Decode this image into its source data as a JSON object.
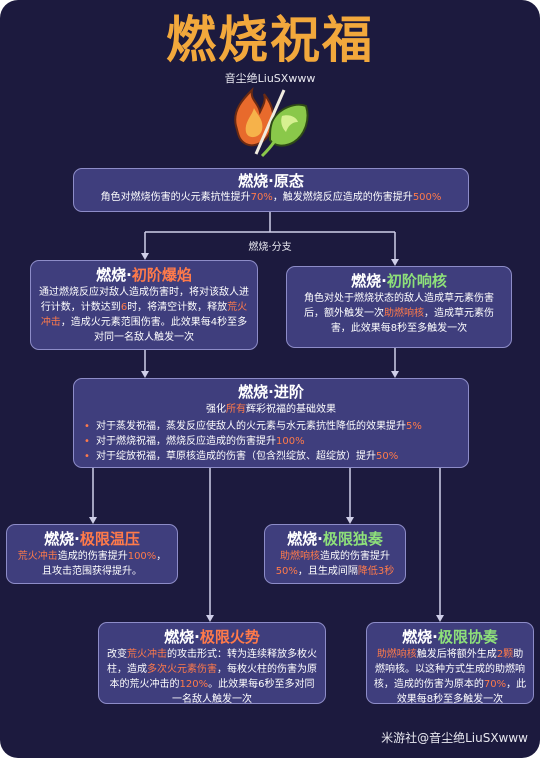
{
  "title": "燃烧祝福",
  "subtitle": "音尘绝LiuSXwww",
  "branch_label": "燃烧·分支",
  "watermark": "米游社@音尘绝LiuSXwww",
  "colors": {
    "background": "#1c1a3e",
    "box": "#3f3e7d",
    "border": "#8d8cc8",
    "title": "#f2a83c",
    "hot": "#ff7a4a",
    "green": "#8ee07a",
    "line": "#cfcfe8"
  },
  "icons": [
    "fire-element-icon",
    "dendro-element-icon"
  ],
  "base": {
    "prefix": "燃烧·",
    "name": "原态",
    "desc_a": "角色对燃烧伤害的火元素抗性提升",
    "desc_b": "70%",
    "desc_c": "，触发燃烧反应造成的伤害提升",
    "desc_d": "500%"
  },
  "left1": {
    "prefix": "燃烧·",
    "name": "初阶爆焰",
    "p1": "通过燃烧反应对敌人造成伤害时，将对该敌人进行计数，计数达到",
    "p2": "6",
    "p3": "时，将清空计数，释放",
    "p4": "荒火冲击",
    "p5": "，造成火元素范围伤害。此效果每4秒至多对同一名敌人触发一次"
  },
  "right1": {
    "prefix": "燃烧·",
    "name": "初阶响核",
    "p1": "角色对处于燃烧状态的敌人造成草元素伤害后，额外触发一次",
    "p2": "助燃响核",
    "p3": "，造成草元素伤害，此效果每8秒至多触发一次"
  },
  "advanced": {
    "prefix": "燃烧·",
    "name": "进阶",
    "intro_a": "强化",
    "intro_b": "所有",
    "intro_c": "辉彩祝福的基础效果",
    "items": [
      {
        "a": "对于蒸发祝福，蒸发反应使敌人的火元素与水元素抗性降低的效果提升",
        "b": "5%"
      },
      {
        "a": "对于燃烧祝福，燃烧反应造成的伤害提升",
        "b": "100%"
      },
      {
        "a": "对于绽放祝福，草原核造成的伤害（包含烈绽放、超绽放）提升",
        "b": "50%"
      }
    ]
  },
  "lim_a": {
    "prefix": "燃烧·",
    "name": "极限温压",
    "p1": "荒火冲击",
    "p2": "造成的伤害提升",
    "p3": "100%",
    "p4": "，且攻击范围获得提升。"
  },
  "lim_b": {
    "prefix": "燃烧·",
    "name": "极限独奏",
    "p1": "助燃响核",
    "p2": "造成的伤害提升",
    "p3": "50%",
    "p4": "，且生成间隔",
    "p5": "降低3秒"
  },
  "lim_c": {
    "prefix": "燃烧·",
    "name": "极限火势",
    "p1": "改变",
    "p2": "荒火冲击",
    "p3": "的攻击形式：转为连续释放多枚火柱，造成",
    "p4": "多次火元素伤害",
    "p5": "，每枚火柱的伤害为原本的荒火冲击的",
    "p6": "120%",
    "p7": "。此效果每6秒至多对同一名敌人触发一次"
  },
  "lim_d": {
    "prefix": "燃烧·",
    "name": "极限协奏",
    "p1": "助燃响核",
    "p2": "触发后将额外生成",
    "p3": "2颗",
    "p4": "助燃响核。以这种方式生成的助燃响核，造成的伤害为原本的",
    "p5": "70%",
    "p6": "，此效果每8秒至多触发一次"
  }
}
